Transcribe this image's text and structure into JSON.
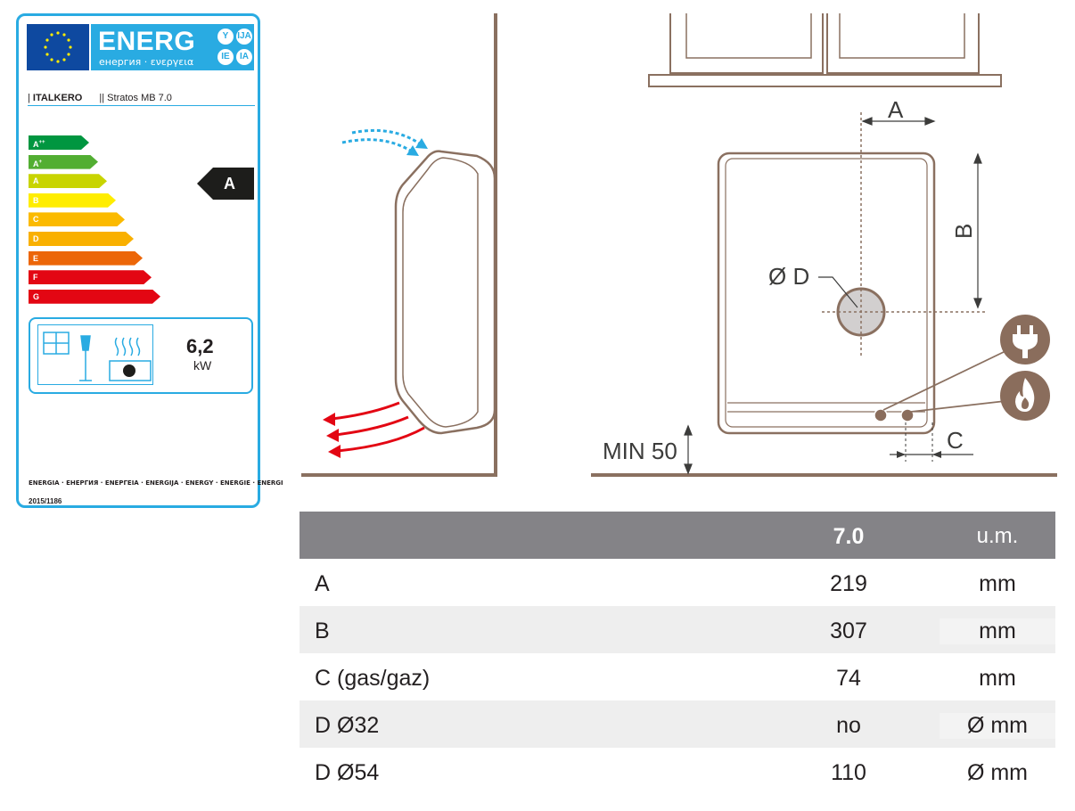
{
  "energy_label": {
    "title": "ENERG",
    "subtitle": "енергия · ενεργεια",
    "language_suffixes": [
      "Y",
      "IJA",
      "IE",
      "IA"
    ],
    "supplier": "ITALKERO",
    "model": "Stratos MB 7.0",
    "classes": [
      {
        "label": "A",
        "sup": "++",
        "color": "#009640"
      },
      {
        "label": "A",
        "sup": "+",
        "color": "#52ae32"
      },
      {
        "label": "A",
        "sup": "",
        "color": "#c8d400"
      },
      {
        "label": "B",
        "sup": "",
        "color": "#ffed00"
      },
      {
        "label": "C",
        "sup": "",
        "color": "#fbba00"
      },
      {
        "label": "D",
        "sup": "",
        "color": "#f9b000"
      },
      {
        "label": "E",
        "sup": "",
        "color": "#ec6608"
      },
      {
        "label": "F",
        "sup": "",
        "color": "#e30613"
      },
      {
        "label": "G",
        "sup": "",
        "color": "#e30613"
      }
    ],
    "rating": "A",
    "heat_output_value": "6,2",
    "heat_output_unit": "kW",
    "energy_words": "ENERGIA · ЕНЕРГИЯ · ΕΝΕΡΓΕΙΑ · ENERGIJA · ENERGY · ENERGIE · ENERGI",
    "regulation": "2015/1186",
    "accent_color": "#29abe2"
  },
  "drawing": {
    "labels": {
      "dim_a": "A",
      "dim_b": "B",
      "dim_c": "C",
      "dim_d": "Ø D",
      "min_clearance": "MIN 50"
    },
    "icons": [
      "plug-icon",
      "flame-icon"
    ],
    "colors": {
      "outline": "#8a7060",
      "cold_air": "#29abe2",
      "hot_air": "#e30613",
      "icon_fill": "#8a6d5c"
    }
  },
  "spec_table": {
    "header": {
      "label": "",
      "value": "7.0",
      "unit": "u.m."
    },
    "rows": [
      {
        "label": "A",
        "value": "219",
        "unit": "mm"
      },
      {
        "label": "B",
        "value": "307",
        "unit": "mm"
      },
      {
        "label": "C (gas/gaz)",
        "value": "74",
        "unit": "mm"
      },
      {
        "label": "D  Ø32",
        "value": "no",
        "unit": "Ø mm"
      },
      {
        "label": "D  Ø54",
        "value": "110",
        "unit": "Ø mm"
      }
    ]
  }
}
